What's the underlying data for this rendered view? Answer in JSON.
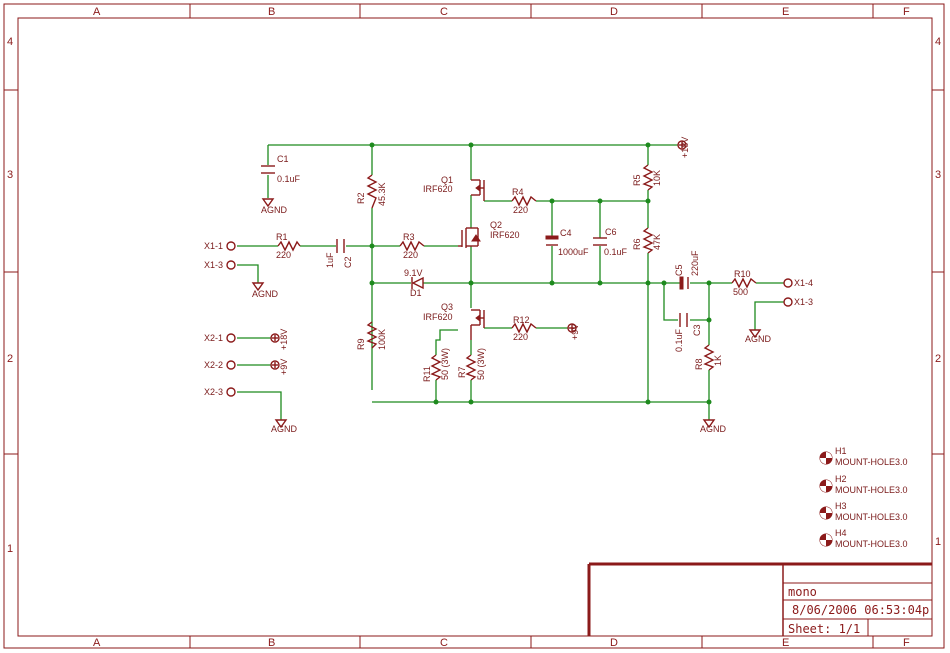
{
  "grid": {
    "columns": [
      "A",
      "B",
      "C",
      "D",
      "E",
      "F"
    ],
    "rows": [
      "4",
      "3",
      "2",
      "1"
    ]
  },
  "title_block": {
    "name": "mono",
    "timestamp": "8/06/2006 06:53:04p",
    "sheet": "Sheet: 1/1"
  },
  "power": {
    "p18": "+18V",
    "p9": "+9V",
    "agnd": "AGND"
  },
  "connectors": {
    "x1_1": "X1-1",
    "x1_3": "X1-3",
    "x1_4": "X1-4",
    "x1_3b": "X1-3",
    "x2_1": "X2-1",
    "x2_2": "X2-2",
    "x2_3": "X2-3"
  },
  "parts": {
    "c1": {
      "name": "C1",
      "value": "0.1uF"
    },
    "c2": {
      "name": "C2",
      "value": "1uF"
    },
    "c3": {
      "name": "C3",
      "value": "0.1uF"
    },
    "c4": {
      "name": "C4",
      "value": "1000uF"
    },
    "c5": {
      "name": "C5",
      "value": "220uF"
    },
    "c6": {
      "name": "C6",
      "value": "0.1uF"
    },
    "r1": {
      "name": "R1",
      "value": "220"
    },
    "r2": {
      "name": "R2",
      "value": "45.3K"
    },
    "r3": {
      "name": "R3",
      "value": "220"
    },
    "r4": {
      "name": "R4",
      "value": "220"
    },
    "r5": {
      "name": "R5",
      "value": "10K"
    },
    "r6": {
      "name": "R6",
      "value": "47K"
    },
    "r7": {
      "name": "R7",
      "value": "50 (3W)"
    },
    "r8": {
      "name": "R8",
      "value": "1K"
    },
    "r9": {
      "name": "R9",
      "value": "100K"
    },
    "r10": {
      "name": "R10",
      "value": "500"
    },
    "r11": {
      "name": "R11",
      "value": "50 (3W)"
    },
    "r12": {
      "name": "R12",
      "value": "220"
    },
    "q1": {
      "name": "Q1",
      "value": "IRF620"
    },
    "q2": {
      "name": "Q2",
      "value": "IRF620"
    },
    "q3": {
      "name": "Q3",
      "value": "IRF620"
    },
    "d1": {
      "name": "D1",
      "value": "9.1V"
    }
  },
  "mount_holes": [
    {
      "name": "H1",
      "value": "MOUNT-HOLE3.0"
    },
    {
      "name": "H2",
      "value": "MOUNT-HOLE3.0"
    },
    {
      "name": "H3",
      "value": "MOUNT-HOLE3.0"
    },
    {
      "name": "H4",
      "value": "MOUNT-HOLE3.0"
    }
  ]
}
